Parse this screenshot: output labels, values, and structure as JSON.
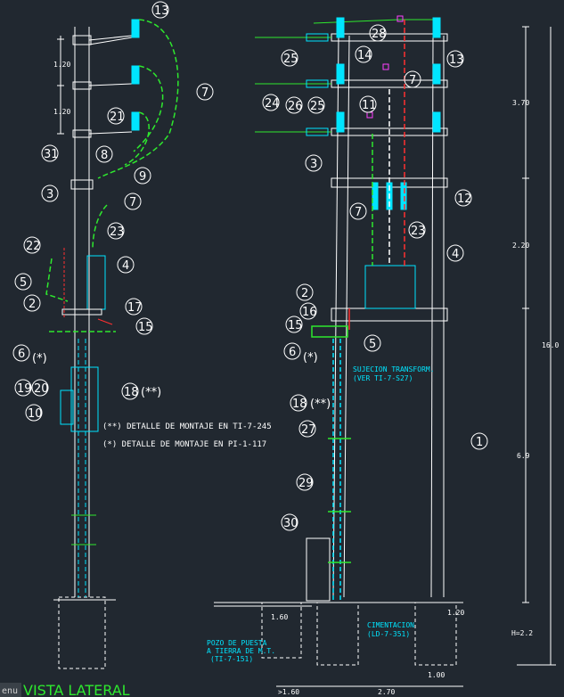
{
  "title": "VISTA LATERAL",
  "menu_tab": "enu",
  "callouts_left": [
    {
      "n": "13"
    },
    {
      "n": "7"
    },
    {
      "n": "21"
    },
    {
      "n": "31"
    },
    {
      "n": "8"
    },
    {
      "n": "9"
    },
    {
      "n": "3"
    },
    {
      "n": "7"
    },
    {
      "n": "23"
    },
    {
      "n": "22"
    },
    {
      "n": "4"
    },
    {
      "n": "5"
    },
    {
      "n": "2"
    },
    {
      "n": "17"
    },
    {
      "n": "15"
    },
    {
      "n": "6"
    },
    {
      "n": "19"
    },
    {
      "n": "20"
    },
    {
      "n": "18"
    },
    {
      "n": "10"
    }
  ],
  "callouts_right": [
    {
      "n": "28"
    },
    {
      "n": "13"
    },
    {
      "n": "25"
    },
    {
      "n": "14"
    },
    {
      "n": "7"
    },
    {
      "n": "24"
    },
    {
      "n": "26"
    },
    {
      "n": "25"
    },
    {
      "n": "11"
    },
    {
      "n": "3"
    },
    {
      "n": "12"
    },
    {
      "n": "7"
    },
    {
      "n": "23"
    },
    {
      "n": "4"
    },
    {
      "n": "2"
    },
    {
      "n": "16"
    },
    {
      "n": "15"
    },
    {
      "n": "5"
    },
    {
      "n": "6"
    },
    {
      "n": "18"
    },
    {
      "n": "27"
    },
    {
      "n": "1"
    },
    {
      "n": "29"
    },
    {
      "n": "30"
    }
  ],
  "asterisk_single": "(*)",
  "asterisk_double": "(**)",
  "dims_left": {
    "d1": "1.20",
    "d2": "1.20"
  },
  "dims_right": {
    "d1": "3.70",
    "d2": "2.20",
    "d3": "6.9",
    "total": "16.0",
    "h": "H=2.2",
    "base1": "1.20",
    "base2": "1.60",
    "bottom1": ">1.60",
    "bottom2": "2.70",
    "bottom3": "1.00"
  },
  "notes": {
    "note1": "(**) DETALLE DE MONTAJE EN TI-7-245",
    "note2": "(*)  DETALLE DE MONTAJE EN PI-1-117",
    "sujecion1": "SUJECION TRANSFORM.",
    "sujecion2": "(VER TI-7-S27)",
    "cimentacion1": "CIMENTACION",
    "cimentacion2": "(LD-7-351)",
    "pozo1": "POZO DE PUESTA",
    "pozo2": "A TIERRA DE M.T.",
    "pozo3": "(TI-7-151)"
  },
  "colors": {
    "bg": "#212830",
    "line": "#ffffff",
    "green": "#2ee82e",
    "cyan": "#00e5ff",
    "red": "#ff3030",
    "magenta": "#ff40ff"
  }
}
